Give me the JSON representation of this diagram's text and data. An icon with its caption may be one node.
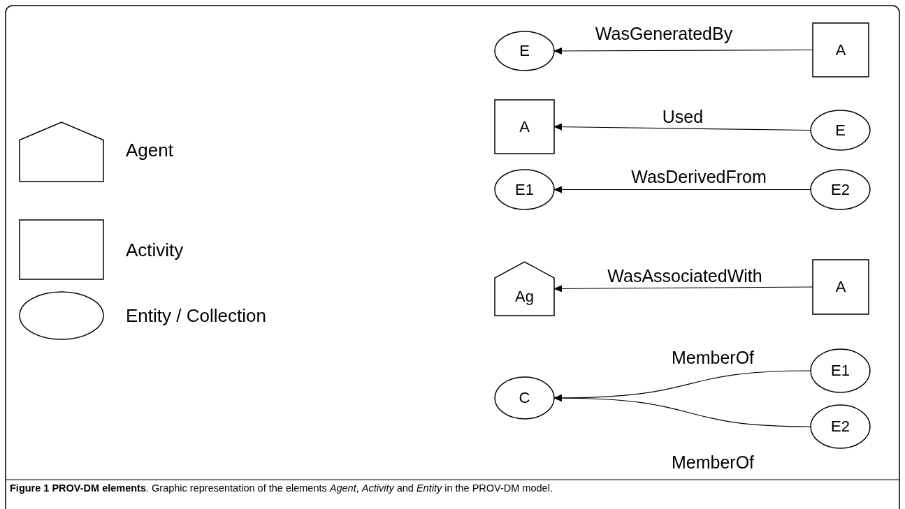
{
  "diagram": {
    "caption": "**Figure 1 PROV-DM elements**. Graphic representation of the elements *Agent*, *Activity* and *Entity* in the PROV-DM model.",
    "nodes": [
      {
        "text": [
          "E"
        ]
      },
      {
        "text": [
          "A"
        ]
      },
      {
        "text": [
          "A"
        ]
      },
      {
        "text": [
          "E"
        ]
      },
      {
        "text": [
          "E1"
        ]
      },
      {
        "text": [
          "E2"
        ]
      },
      {
        "text": [
          "Ag"
        ]
      },
      {
        "text": [
          "A"
        ]
      },
      {
        "text": [
          "E1"
        ]
      },
      {
        "text": [
          "C"
        ]
      },
      {
        "text": [
          "E2"
        ]
      }
    ],
    "edges": [
      {
        "from": 1,
        "to": 0,
        "arrow": "to",
        "label": "WasGeneratedBy"
      },
      {
        "from": 3,
        "to": 2,
        "arrow": "to",
        "label": "Used"
      },
      {
        "from": 5,
        "to": 4,
        "arrow": "to",
        "label": "WasDerivedFrom"
      },
      {
        "from": 7,
        "to": 6,
        "arrow": "to",
        "label": "WasAssociatedWith"
      },
      {
        "from": 8,
        "to": 9,
        "arrow": "to",
        "label": "MemberOf"
      },
      {
        "from": 10,
        "to": 9,
        "arrow": "to",
        "label": "MemberOf"
      }
    ],
    "legend": [
      {
        "text": "Agent"
      },
      {
        "text": "Activity"
      },
      {
        "text": "Entity / Collection"
      }
    ]
  }
}
